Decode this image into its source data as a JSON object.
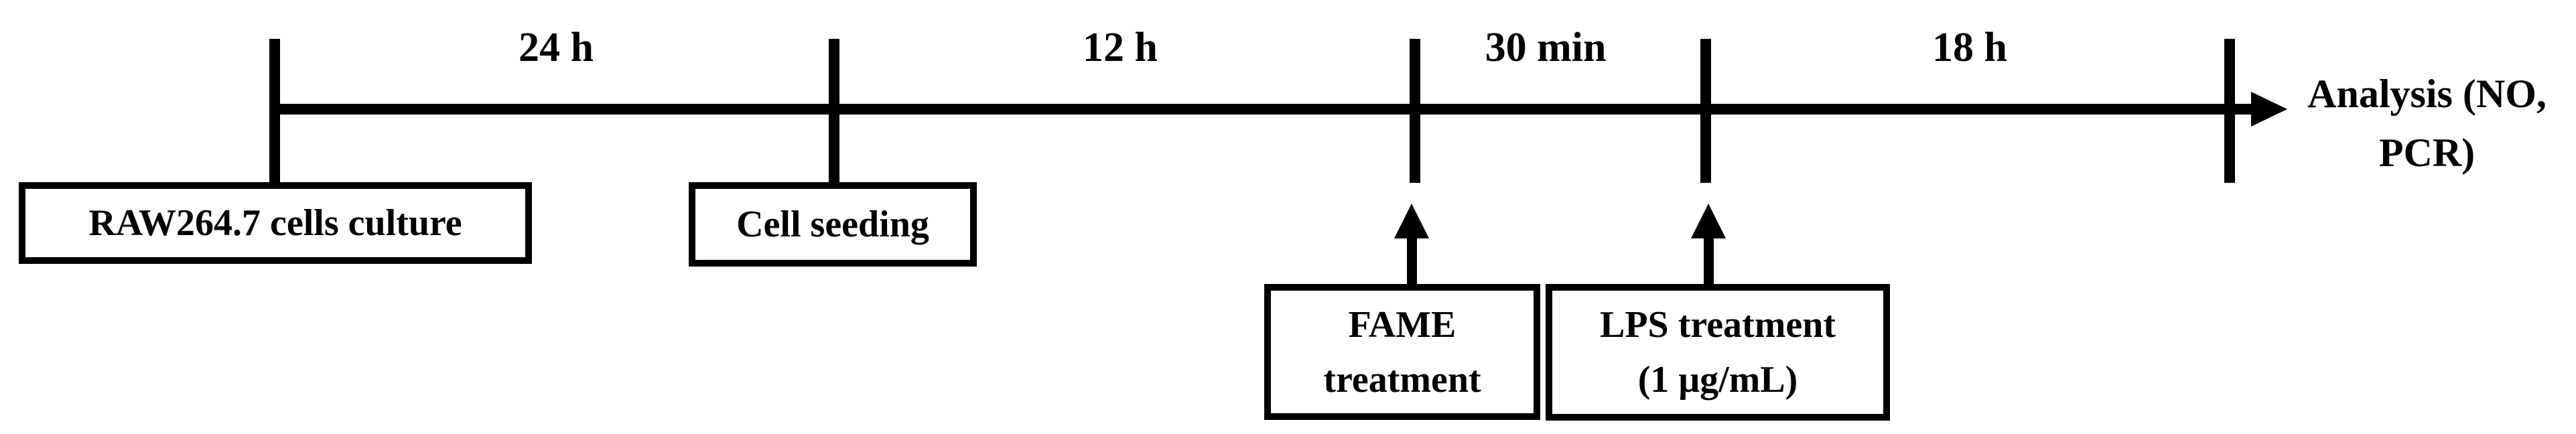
{
  "diagram": {
    "description": "Experimental procedure timeline",
    "colors": {
      "foreground": "#000000",
      "background": "#ffffff"
    },
    "timeline": {
      "intervals": [
        {
          "label": "24 h"
        },
        {
          "label": "12 h"
        },
        {
          "label": "30 min"
        },
        {
          "label": "18 h"
        }
      ],
      "analysis": {
        "line1": "Analysis (NO,",
        "line2": "PCR)"
      }
    },
    "events": [
      {
        "label": "RAW264.7 cells culture"
      },
      {
        "label": "Cell seeding"
      },
      {
        "lines": {
          "0": "FAME",
          "1": "treatment"
        }
      },
      {
        "lines": {
          "0": "LPS treatment",
          "1": "(1 μg/mL)"
        }
      }
    ]
  }
}
